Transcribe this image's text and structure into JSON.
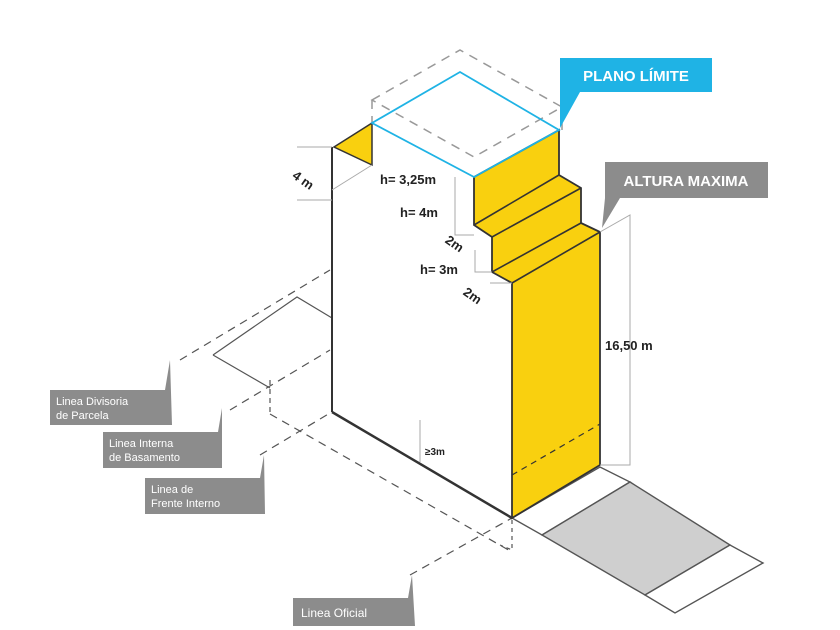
{
  "colors": {
    "yellow": "#f9d00f",
    "cyan": "#1fb3e5",
    "gray_label": "#8c8c8c",
    "sidewalk": "#cfcfcf",
    "line": "#333333"
  },
  "callouts": {
    "plano_limite": "PLANO LÍMITE",
    "altura_maxima": "ALTURA MAXIMA"
  },
  "dimensions": {
    "h_325": "h= 3,25m",
    "h_4": "h= 4m",
    "setback_2m_a": "2m",
    "h_3": "h= 3m",
    "setback_2m_b": "2m",
    "depth_4m": "4 m",
    "height_total": "16,50 m",
    "min_3m": "≥3m"
  },
  "lines": {
    "divisoria": [
      "Linea Divisoria",
      "de Parcela"
    ],
    "interna_basamento": [
      "Linea Interna",
      "de Basamento"
    ],
    "frente_interno": [
      "Linea de",
      "Frente Interno"
    ],
    "oficial": "Linea Oficial"
  }
}
